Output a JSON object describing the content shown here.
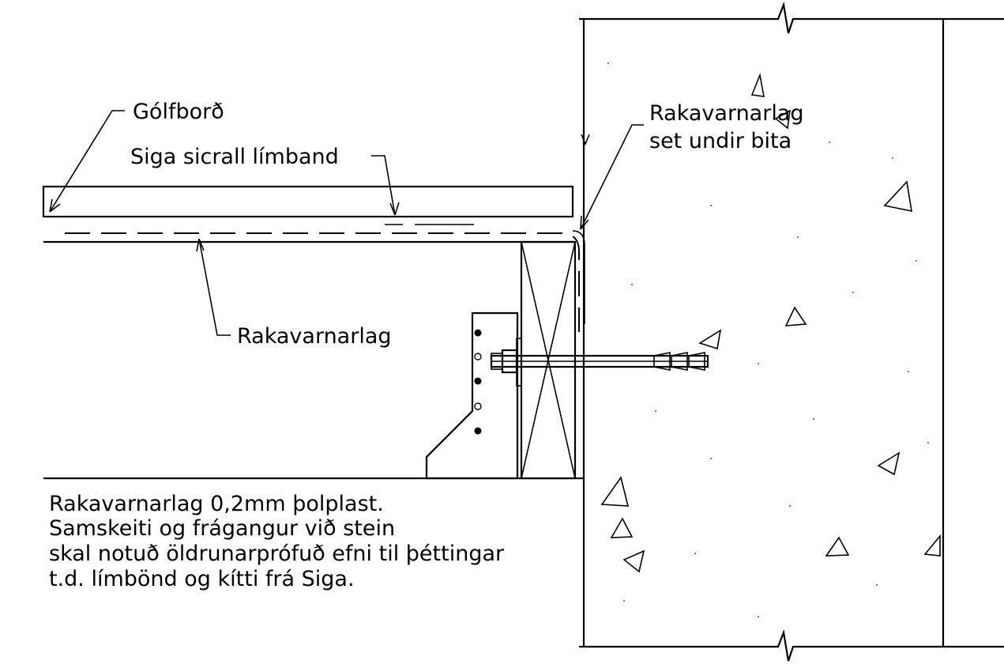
{
  "labels": {
    "golfbord": "Gólfborð",
    "siga_tape": "Siga sicrall límband",
    "vapor_barrier": "Rakavarnarlag",
    "vapor_under_beam_1": "Rakavarnarlag",
    "vapor_under_beam_2": "set undir bita"
  },
  "note_lines": [
    "Rakavarnarlag 0,2mm þolplast.",
    "Samskeiti og frágangur við stein",
    "skal notuð öldrunarprófuð efni til þéttingar",
    "t.d. límbönd og kítti frá Siga."
  ],
  "icons": {
    "aggregate": "triangle-icon",
    "break_line": "break-line-icon",
    "anchor": "anchor-bolt-icon"
  }
}
